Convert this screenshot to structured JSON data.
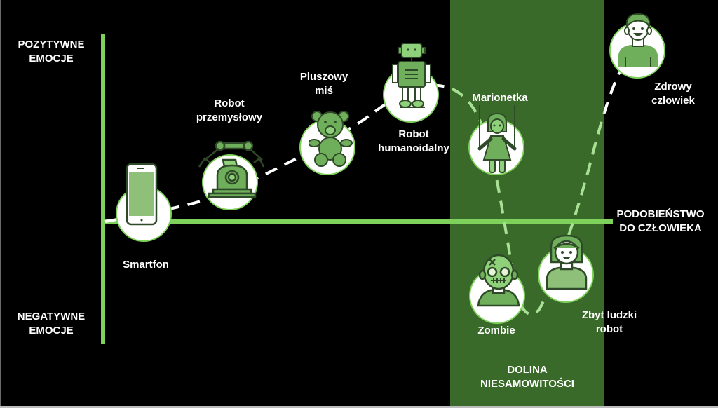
{
  "title": "Dolina niesamowitości",
  "axes": {
    "y_top": [
      "POZYTYWNE",
      "EMOCJE"
    ],
    "y_bottom": [
      "NEGATYWNE",
      "EMOCJE"
    ],
    "x_right": [
      "PODOBIEŃSTWO",
      "DO CZŁOWIEKA"
    ]
  },
  "valley": {
    "label": [
      "DOLINA",
      "NIESAMOWITOŚCI"
    ]
  },
  "items": [
    {
      "key": "smartphone",
      "icon": "smartphone-icon",
      "label": [
        "Smartfon"
      ]
    },
    {
      "key": "industrial-robot",
      "icon": "industrial-robot-arm-icon",
      "label": [
        "Robot",
        "przemysłowy"
      ]
    },
    {
      "key": "teddy-bear",
      "icon": "teddy-bear-icon",
      "label": [
        "Pluszowy",
        "miś"
      ]
    },
    {
      "key": "humanoid-robot",
      "icon": "humanoid-robot-icon",
      "label": [
        "Robot",
        "humanoidalny"
      ]
    },
    {
      "key": "puppet",
      "icon": "marionette-icon",
      "label": [
        "Marionetka"
      ]
    },
    {
      "key": "zombie",
      "icon": "zombie-icon",
      "label": [
        "Zombie"
      ]
    },
    {
      "key": "too-human-robot",
      "icon": "human-like-robot-icon",
      "label": [
        "Zbyt ludzki",
        "robot"
      ]
    },
    {
      "key": "healthy-human",
      "icon": "healthy-human-icon",
      "label": [
        "Zdrowy",
        "człowiek"
      ]
    }
  ],
  "colors": {
    "background": "#000000",
    "axis": "#7ed15a",
    "valley_band": "#3a6a2a",
    "icon_fill": "#6fae5a",
    "icon_light": "#8fd07a",
    "icon_stroke": "#2f4a28",
    "curve_outside": "#ffffff",
    "curve_inside": "#a8e095"
  }
}
